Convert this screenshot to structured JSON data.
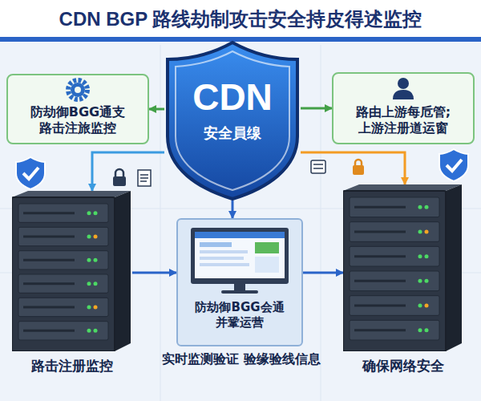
{
  "diagram": {
    "title": "CDN BGP 路线劫制攻击安全持皮得述监控",
    "nodes": [
      {
        "text": [
          "防劫御BGG通支 路击注旅监控"
        ]
      },
      {
        "text": [
          "CDN",
          "安全員缐"
        ]
      },
      {
        "text": [
          "路由上游每卮管; 上游注册道运窗"
        ]
      },
      {
        "text": [
          "路击注册监控"
        ]
      },
      {
        "text": [
          "防劫御BGG会通 并鞏运营",
          "实时监测验证 验缘验线信息"
        ]
      },
      {
        "text": [
          "确保网络安全"
        ]
      }
    ],
    "edges": [
      {
        "from": 1,
        "to": 0,
        "arrow": "to"
      },
      {
        "from": 1,
        "to": 2,
        "arrow": "to"
      },
      {
        "from": 1,
        "to": 3,
        "arrow": "to"
      },
      {
        "from": 1,
        "to": 4,
        "arrow": "to"
      },
      {
        "from": 1,
        "to": 5,
        "arrow": "to"
      },
      {
        "from": 3,
        "to": 4,
        "arrow": "to"
      },
      {
        "from": 4,
        "to": 5,
        "arrow": "to"
      }
    ]
  }
}
